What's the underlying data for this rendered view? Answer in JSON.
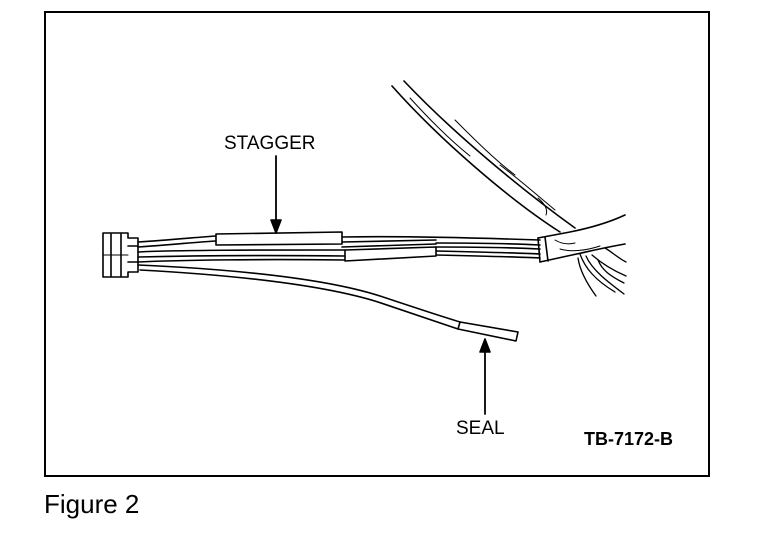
{
  "figure": {
    "callouts": {
      "stagger": "STAGGER",
      "seal": "SEAL"
    },
    "drawing_number": "TB-7172-B",
    "caption": "Figure 2"
  },
  "colors": {
    "line": "#000000",
    "background": "#ffffff"
  }
}
